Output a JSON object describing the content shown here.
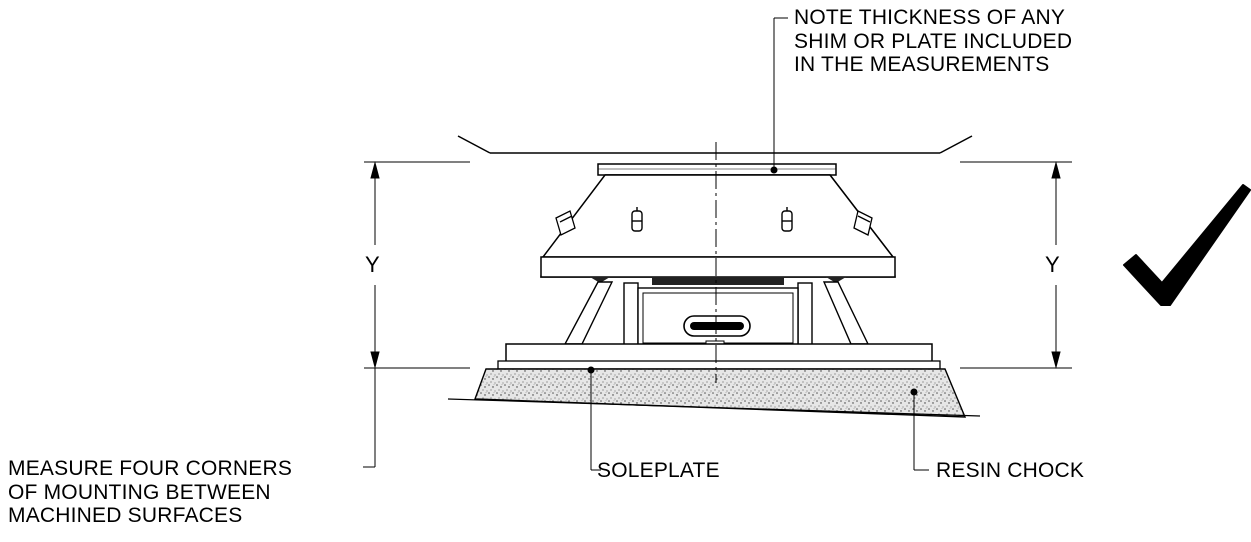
{
  "labels": {
    "note_thickness": [
      "NOTE THICKNESS OF ANY",
      "SHIM OR PLATE INCLUDED",
      "IN THE MEASUREMENTS"
    ],
    "measure_corners": [
      "MEASURE FOUR CORNERS",
      "OF MOUNTING BETWEEN",
      "MACHINED SURFACES"
    ],
    "soleplate": "SOLEPLATE",
    "resin_chock": "RESIN CHOCK"
  },
  "dimensions": {
    "left": "Y",
    "right": "Y"
  },
  "status": {
    "checkmark_icon": "check-mark-icon",
    "meaning": "correct"
  },
  "colors": {
    "line": "#000000",
    "background": "#ffffff",
    "chock_fill": "#d8d8d8"
  }
}
